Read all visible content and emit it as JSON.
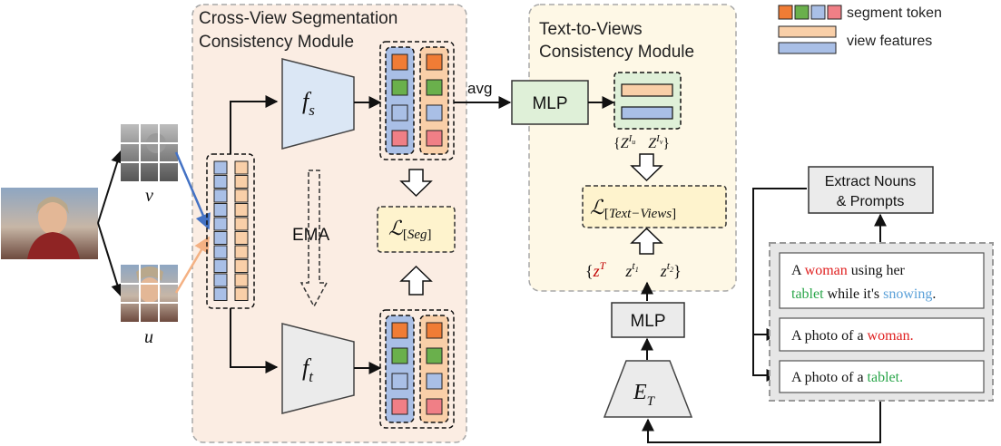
{
  "modules": {
    "seg_title_line1": "Cross-View Segmentation",
    "seg_title_line2": "Consistency Module",
    "text_title_line1": "Text-to-Views",
    "text_title_line2": "Consistency Module"
  },
  "legend": {
    "segment_token": "segment token",
    "view_features": "view features"
  },
  "views": {
    "v_label": "v",
    "u_label": "u"
  },
  "nodes": {
    "fs_base": "f",
    "fs_sub": "s",
    "ft_base": "f",
    "ft_sub": "t",
    "ema": "EMA",
    "avg": "avg",
    "mlp_top": "MLP",
    "mlp_bottom": "MLP",
    "et_base": "E",
    "et_sub": "T",
    "extract_line1": "Extract Nouns",
    "extract_line2": "& Prompts"
  },
  "losses": {
    "seg": "L[Seg]",
    "text_views": "L[Text-Views]"
  },
  "view_feature_labels": {
    "open_brace": "{",
    "zu_base": "Z",
    "zu_sup": "I",
    "zu_supsub": "u",
    "zv_base": "Z",
    "zv_sup": "I",
    "zv_supsub": "v",
    "close_brace": "}"
  },
  "text_embeddings": {
    "open_brace": "{",
    "zT_base": "z",
    "zT_sup": "T",
    "zt1_base": "z",
    "zt1_sup": "t",
    "zt1_supsub": "1",
    "zt2_base": "z",
    "zt2_sup": "t",
    "zt2_supsub": "2",
    "close_brace": "}"
  },
  "prompts": {
    "caption": {
      "p1": "A ",
      "w1": "woman",
      "p2": " using her",
      "w2": "tablet",
      "p3": " while it's ",
      "w3": "snowing",
      "p4": "."
    },
    "woman": {
      "p1": "A photo of a ",
      "w1": "woman."
    },
    "tablet": {
      "p1": "A photo of a ",
      "w1": "tablet."
    }
  },
  "colors": {
    "token_orange": "#f07c35",
    "token_green": "#6ab04c",
    "token_blue": "#a9bfe6",
    "token_red": "#f07f86",
    "feature_orange": "#f9cfa8",
    "feature_blue": "#a9bfe6",
    "module_seg_bg": "#fbede3",
    "module_text_bg": "#fef8e6",
    "loss_bg": "#fef3cd",
    "mlp_green": "#dff0d8",
    "fs_blue": "#dbe7f5",
    "word_red": "#e02020",
    "word_green": "#2aa64a",
    "word_blue": "#5aa0d8"
  }
}
